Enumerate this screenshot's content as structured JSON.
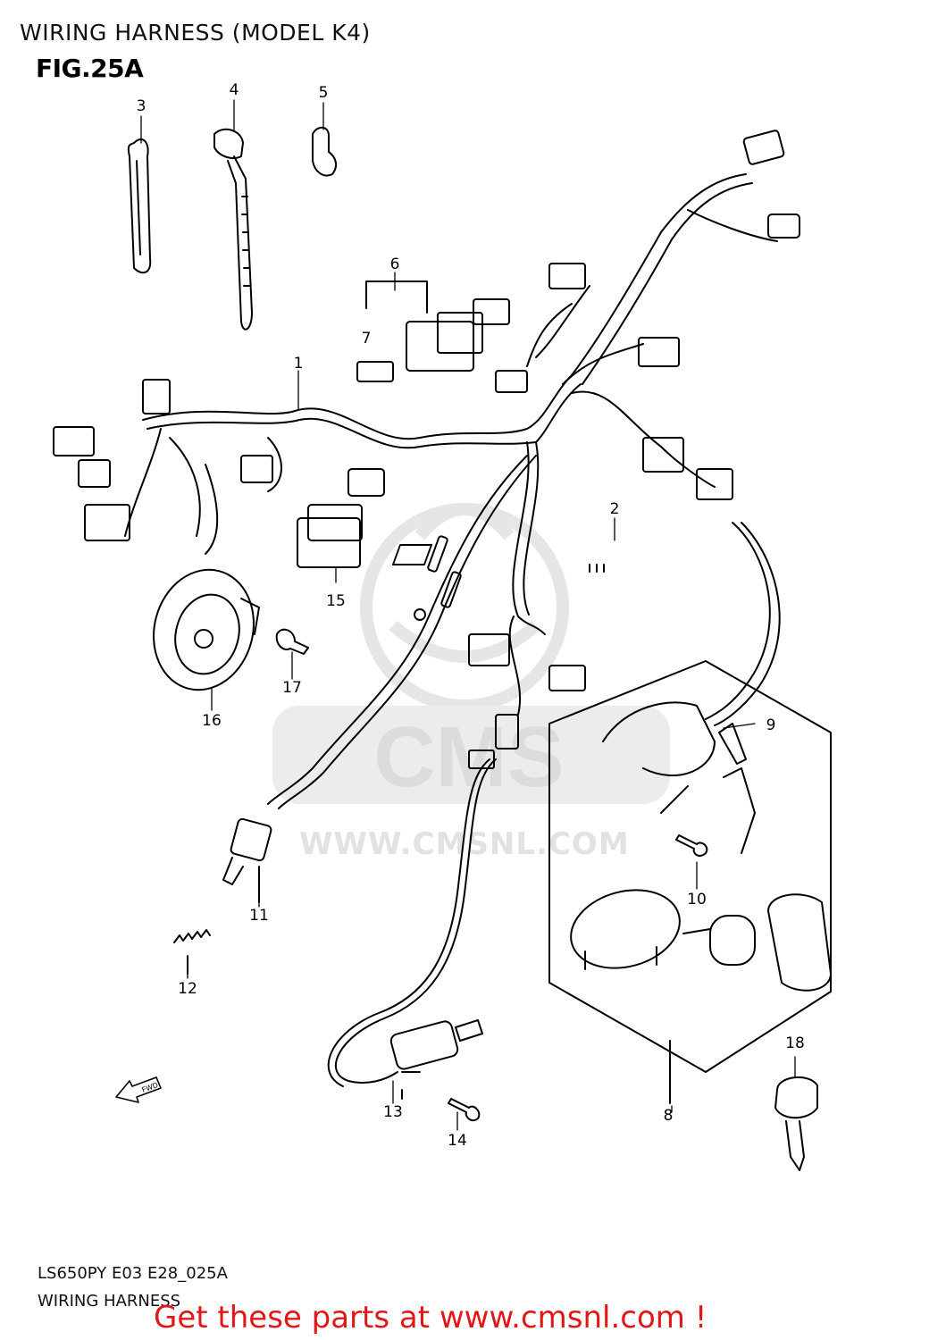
{
  "header": {
    "title": "WIRING HARNESS (MODEL K4)",
    "figure": "FIG.25A"
  },
  "watermark": {
    "logo": "CMS",
    "url": "WWW.CMSNL.COM"
  },
  "callouts": [
    "1",
    "2",
    "3",
    "4",
    "5",
    "6",
    "7",
    "8",
    "9",
    "10",
    "11",
    "12",
    "13",
    "14",
    "15",
    "16",
    "17",
    "18"
  ],
  "fwd_label": "FWD",
  "footer": {
    "code": "LS650PY E03 E28_025A",
    "section": "WIRING HARNESS",
    "banner": "Get these parts at www.cmsnl.com !"
  },
  "colors": {
    "banner": "#e01818",
    "watermark": "#e2e2e2",
    "line": "#000000"
  }
}
